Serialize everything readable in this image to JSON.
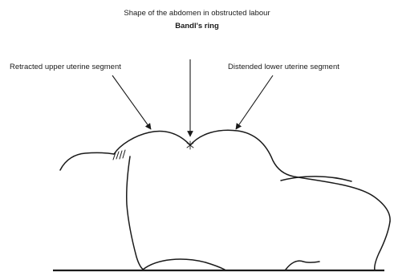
{
  "figure": {
    "title": "Shape of the abdomen in obstructed labour",
    "ring_label": "Bandl's ring",
    "upper_label": "Retracted upper uterine segment",
    "lower_label": "Distended lower uterine segment"
  },
  "colors": {
    "line": "#1a1a1a",
    "background": "#ffffff"
  }
}
